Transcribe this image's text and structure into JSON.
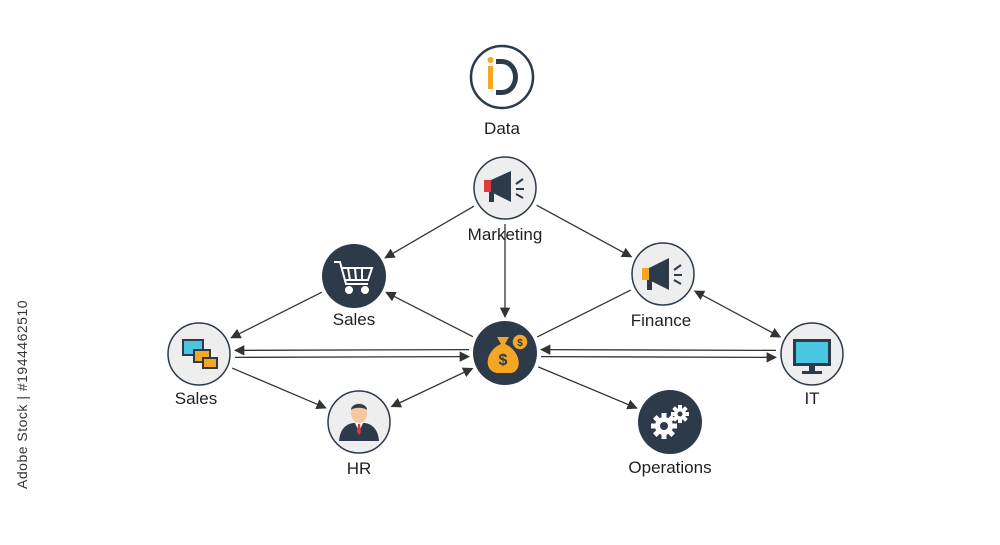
{
  "nodes": {
    "data": {
      "label": "Data",
      "icon": "data-logo-icon"
    },
    "marketing": {
      "label": "Marketing",
      "icon": "megaphone-icon"
    },
    "sales_cart": {
      "label": "Sales",
      "icon": "shopping-cart-icon"
    },
    "finance": {
      "label": "Finance",
      "icon": "megaphone-icon"
    },
    "sales_screens": {
      "label": "Sales",
      "icon": "monitors-icon"
    },
    "center": {
      "label": "",
      "icon": "money-bag-icon"
    },
    "it": {
      "label": "IT",
      "icon": "monitor-icon"
    },
    "hr": {
      "label": "HR",
      "icon": "businessman-icon"
    },
    "operations": {
      "label": "Operations",
      "icon": "gears-icon"
    }
  },
  "edges": [
    {
      "from": "marketing",
      "to": "sales_cart",
      "direction": "forward"
    },
    {
      "from": "marketing",
      "to": "finance",
      "direction": "forward"
    },
    {
      "from": "marketing",
      "to": "center",
      "direction": "forward"
    },
    {
      "from": "center",
      "to": "sales_cart",
      "direction": "forward"
    },
    {
      "from": "sales_cart",
      "to": "sales_screens",
      "direction": "forward"
    },
    {
      "from": "center",
      "to": "sales_screens",
      "direction": "both"
    },
    {
      "from": "sales_screens",
      "to": "hr",
      "direction": "forward"
    },
    {
      "from": "hr",
      "to": "center",
      "direction": "both"
    },
    {
      "from": "center",
      "to": "finance",
      "direction": "none"
    },
    {
      "from": "center",
      "to": "it",
      "direction": "both"
    },
    {
      "from": "finance",
      "to": "it",
      "direction": "both"
    },
    {
      "from": "center",
      "to": "operations",
      "direction": "forward"
    }
  ],
  "colors": {
    "dark": "#2d3a4a",
    "light_fill": "#eeeeee",
    "orange": "#f5a623",
    "red": "#e03b3b",
    "arrow": "#333333"
  },
  "watermark": "Adobe Stock | #1944462510"
}
